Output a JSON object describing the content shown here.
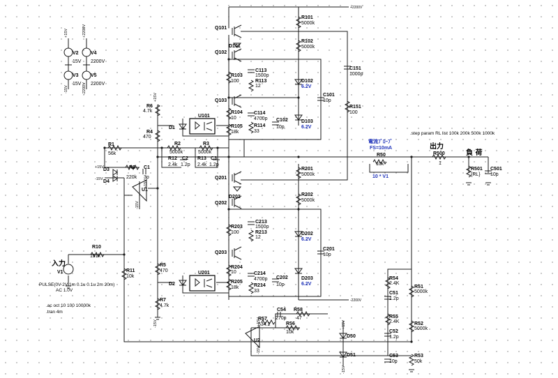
{
  "colors": {
    "wire": "#1a1a1a",
    "text": "#000000",
    "value_blue": "#1b2fb8",
    "grid_dot": "#9a9a9a"
  },
  "labels": {
    "input": "入力",
    "output": "出力",
    "load": "負 荷",
    "current_probe": "電流ﾌﾟﾛｰﾌﾞ",
    "fs": "FS=10mA",
    "step_param": ".step param RL list 100k 200k 500k 1000k",
    "pulse": "PULSE(0V 2V 1m 0.1u 0.1u 2m 20m)",
    "ac": "AC 1.0V",
    "acdir": ".ac oct 10 100 10000k",
    "tran": ".tran 4m"
  },
  "supplies": {
    "v2": {
      "name": "V2",
      "value": "15V"
    },
    "v3": {
      "name": "V3",
      "value": "15V"
    },
    "v4": {
      "name": "V4",
      "value": "2200V"
    },
    "v5": {
      "name": "V5",
      "value": "2200V"
    },
    "v1": {
      "name": "V1"
    }
  },
  "nets": {
    "p15": "+15V",
    "m15": "-15V",
    "p2200": "+2200V",
    "m2200": "-2200V",
    "top_rail": "+2200V",
    "bottom_rail": "-2200V"
  },
  "components": [
    {
      "ref": "R101",
      "value": "5000k"
    },
    {
      "ref": "R102",
      "value": "5000k"
    },
    {
      "ref": "R103",
      "value": "100"
    },
    {
      "ref": "C113",
      "value": "1500p"
    },
    {
      "ref": "R113",
      "value": "12"
    },
    {
      "ref": "D102",
      "value": "6.2V"
    },
    {
      "ref": "C151",
      "value": "1000p"
    },
    {
      "ref": "C101",
      "value": "10p"
    },
    {
      "ref": "R151",
      "value": "100"
    },
    {
      "ref": "R104",
      "value": "10"
    },
    {
      "ref": "C114",
      "value": "4700p"
    },
    {
      "ref": "C102",
      "value": "10p"
    },
    {
      "ref": "R105",
      "value": "18k"
    },
    {
      "ref": "R114",
      "value": "33"
    },
    {
      "ref": "D103",
      "value": "6.2V"
    },
    {
      "ref": "R6",
      "value": "4.7k"
    },
    {
      "ref": "R4",
      "value": "470"
    },
    {
      "ref": "R2",
      "value": "5000k"
    },
    {
      "ref": "R3",
      "value": "5000k"
    },
    {
      "ref": "R12",
      "value": "2.4k"
    },
    {
      "ref": "C2",
      "value": "1.2p"
    },
    {
      "ref": "R13",
      "value": "2.4k"
    },
    {
      "ref": "C3",
      "value": "1.2p"
    },
    {
      "ref": "R1",
      "value": "56k"
    },
    {
      "ref": "R8",
      "value": "220k"
    },
    {
      "ref": "C1",
      "value": "3p"
    },
    {
      "ref": "R10",
      "value": "191k"
    },
    {
      "ref": "R11",
      "value": "10k"
    },
    {
      "ref": "R5",
      "value": "470"
    },
    {
      "ref": "R7",
      "value": "4.7k"
    },
    {
      "ref": "R50",
      "value": "10k"
    },
    {
      "ref": "R500",
      "value": "1"
    },
    {
      "ref": "R501",
      "value": "{RL}"
    },
    {
      "ref": "C501",
      "value": "10p"
    },
    {
      "ref": "R201",
      "value": "5000k"
    },
    {
      "ref": "R202",
      "value": "5000k"
    },
    {
      "ref": "R203",
      "value": "100"
    },
    {
      "ref": "C213",
      "value": "1500p"
    },
    {
      "ref": "R213",
      "value": "12"
    },
    {
      "ref": "D202",
      "value": "6.2V"
    },
    {
      "ref": "C201",
      "value": "10p"
    },
    {
      "ref": "R204",
      "value": "10"
    },
    {
      "ref": "C214",
      "value": "4700p"
    },
    {
      "ref": "C202",
      "value": "10p"
    },
    {
      "ref": "R205",
      "value": "18k"
    },
    {
      "ref": "R214",
      "value": "33"
    },
    {
      "ref": "D203",
      "value": "6.2V"
    },
    {
      "ref": "R54",
      "value": "2.4K"
    },
    {
      "ref": "C51",
      "value": "1.2p"
    },
    {
      "ref": "R51",
      "value": "5000k"
    },
    {
      "ref": "R55",
      "value": "2.4K"
    },
    {
      "ref": "C52",
      "value": "1.2p"
    },
    {
      "ref": "R52",
      "value": "5000k"
    },
    {
      "ref": "C53",
      "value": "10p"
    },
    {
      "ref": "R53",
      "value": "50k"
    },
    {
      "ref": "C54",
      "value": "270p"
    },
    {
      "ref": "R58",
      "value": "47"
    },
    {
      "ref": "R57",
      "value": "534.2"
    },
    {
      "ref": "R56",
      "value": "10k"
    }
  ],
  "refs_only": [
    "Q101",
    "D101",
    "Q102",
    "Q103",
    "U101",
    "D1",
    "D3",
    "D4",
    "U1",
    "Q201",
    "D201",
    "Q202",
    "Q203",
    "U201",
    "D2",
    "U2",
    "D50",
    "D51"
  ],
  "probe_expr": "10 * V1"
}
